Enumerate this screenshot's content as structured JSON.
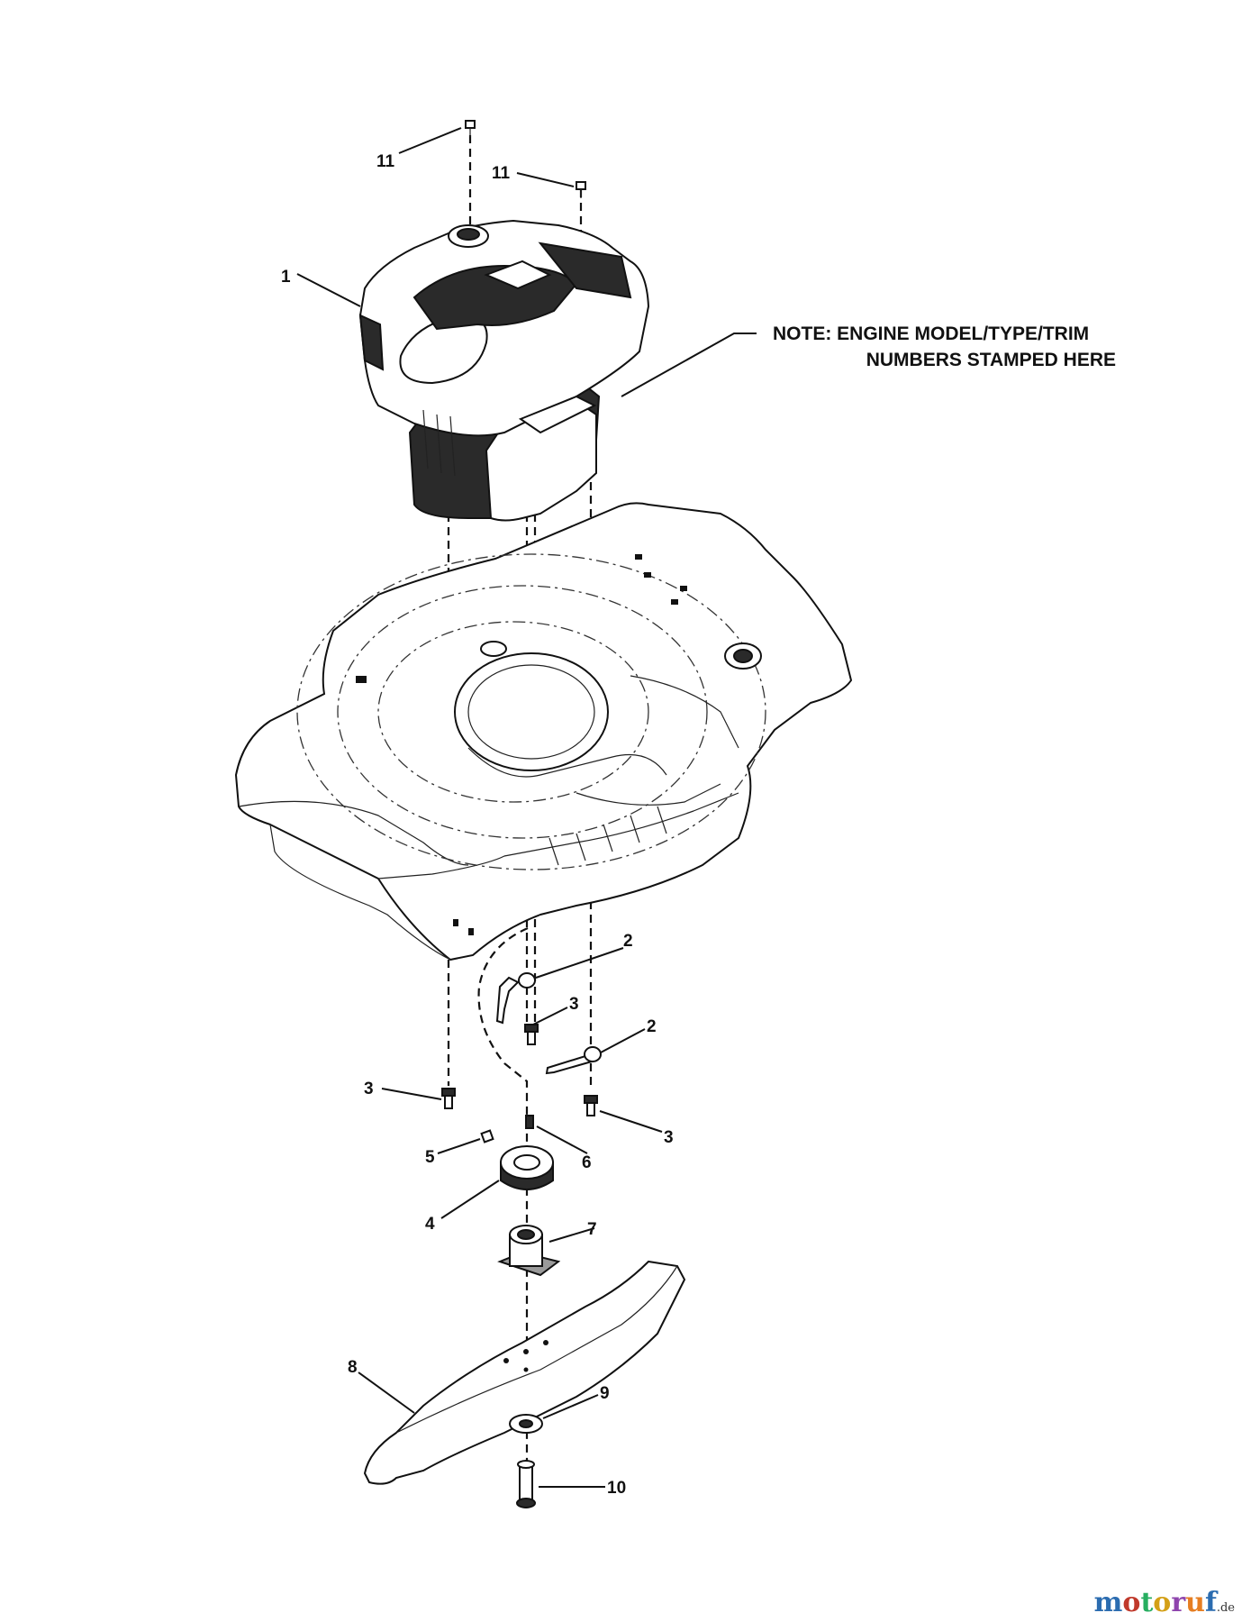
{
  "note": {
    "line1": "NOTE: ENGINE MODEL/TYPE/TRIM",
    "line2": "NUMBERS STAMPED HERE"
  },
  "callouts": {
    "c11a": "11",
    "c11b": "11",
    "c1": "1",
    "c2a": "2",
    "c3a": "3",
    "c2b": "2",
    "c3b": "3",
    "c3c": "3",
    "c5": "5",
    "c6": "6",
    "c4": "4",
    "c7": "7",
    "c8": "8",
    "c9": "9",
    "c10": "10"
  },
  "watermark": {
    "letters": [
      "m",
      "o",
      "t",
      "o",
      "r",
      "u",
      "f"
    ],
    "letter_colors": [
      "#2b6cb0",
      "#c0392b",
      "#27ae60",
      "#d4a017",
      "#8e44ad",
      "#e67e22",
      "#2b6cb0"
    ],
    "tld": ".de"
  }
}
